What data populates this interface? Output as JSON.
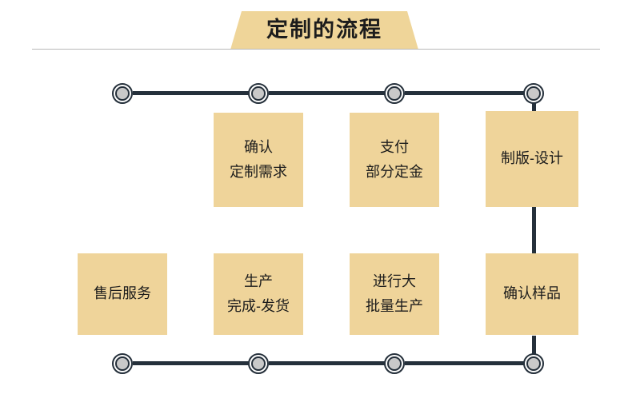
{
  "header": {
    "title": "定制的流程",
    "banner_color": "#EFD599",
    "rule_color": "#b9b9b9"
  },
  "theme": {
    "box_color": "#EFD49A",
    "line_color": "#25303b",
    "node_fill": "#c9c9c9",
    "text_color": "#1c1c1c",
    "background": "#ffffff"
  },
  "flow": {
    "top_row": {
      "nodes": [
        {
          "name": "top-node-1"
        },
        {
          "name": "top-node-2"
        },
        {
          "name": "top-node-3"
        },
        {
          "name": "top-node-4"
        }
      ],
      "boxes": [
        {
          "id": "confirm-requirements",
          "lines": [
            "确认",
            "定制需求"
          ]
        },
        {
          "id": "pay-deposit",
          "lines": [
            "支付",
            "部分定金"
          ]
        },
        {
          "id": "platemaking-design",
          "lines": [
            "制版-设计"
          ]
        }
      ]
    },
    "bottom_row": {
      "nodes": [
        {
          "name": "bottom-node-1"
        },
        {
          "name": "bottom-node-2"
        },
        {
          "name": "bottom-node-3"
        },
        {
          "name": "bottom-node-4"
        }
      ],
      "boxes": [
        {
          "id": "after-sales-service",
          "lines": [
            "售后服务"
          ]
        },
        {
          "id": "production-shipping",
          "lines": [
            "生产",
            "完成-发货"
          ]
        },
        {
          "id": "mass-production",
          "lines": [
            "进行大",
            "批量生产"
          ]
        },
        {
          "id": "confirm-sample",
          "lines": [
            "确认样品"
          ]
        }
      ]
    }
  }
}
